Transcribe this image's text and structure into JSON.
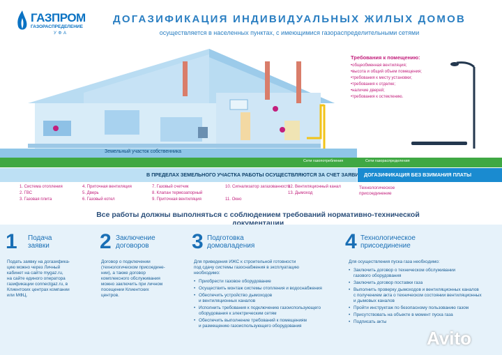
{
  "header": {
    "logo_text": "ГАЗПРОМ",
    "logo_sub": "ГАЗОРАСПРЕДЕЛЕНИЕ",
    "logo_city": "УФА",
    "title": "ДОГАЗИФИКАЦИЯ ИНДИВИДУАЛЬНЫХ ЖИЛЫХ ДОМОВ",
    "subtitle": "осуществляется в населенных пунктах, с имеющимися газораспределительными сетями"
  },
  "requirements": {
    "title": "Требования к помещению:",
    "items": [
      "•общеобменная вентиляция;",
      "•высота и общий объем помещения;",
      "•требования к месту установки;",
      "•требования к отделке;",
      "•наличие дверей;",
      "•требования к остеклению."
    ]
  },
  "land_label": "Земельный участок собственника",
  "gas_net_label": "Сети газопотребления",
  "gas_net2_label": "Сети газораспределения",
  "bar_left": "В ПРЕДЕЛАХ ЗЕМЕЛЬНОГО УЧАСТКА РАБОТЫ ОСУЩЕСТВЛЯЮТСЯ ЗА СЧЕТ ЗАЯВИТЕЛЯ",
  "bar_right": "ДОГАЗИФИКАЦИЯ БЕЗ ВЗИМАНИЯ ПЛАТЫ",
  "legend": [
    "1. Система отопления",
    "2. ГВС",
    "3. Газовая плита",
    "4. Приточная вентиляция",
    "5. Дверь",
    "6. Газовый котел",
    "7. Газовый счетчик",
    "8. Клапан термозапорный",
    "9. Приточная вентиляция",
    "10. Сигнализатор загазованности",
    "11. Окно",
    "12. Вентиляционный канал",
    "13. Дымоход"
  ],
  "tech_label": "Технологическое присоединение",
  "rule_line": "Все работы должны выполняться с соблюдением требований нормативно-технической документации",
  "steps": [
    {
      "num": "1",
      "title1": "Подача",
      "title2": "заявки",
      "text": [
        "Подать заявку на догазифика-",
        "цию можно через Личный",
        "кабинет на сайте mygaz.ru,",
        "на сайте единого оператора",
        "газификации connectgaz.ru, в",
        "Клиентских центрах компании",
        "или МФЦ."
      ]
    },
    {
      "num": "2",
      "title1": "Заключение",
      "title2": "договоров",
      "text": [
        "Договор о подключении",
        "(технологическом присоедине-",
        "нии), а также договор",
        "комплексного обслуживания",
        "можно заключить при личном",
        "посещении Клиентских",
        "центров."
      ]
    },
    {
      "num": "3",
      "title1": "Подготовка",
      "title2": "домовладения",
      "intro": [
        "Для приведения ИЖС к строительной готовности",
        "под сдачу системы газоснабжения в эксплуатацию",
        "необходимо:"
      ],
      "bullets": [
        "Приобрести газовое оборудование",
        "Осуществить монтаж системы отопления и водоснабжения",
        "Обеспечить устройство дымоходов",
        "и вентиляционных каналов",
        "Исполнить требования к подключению газоиспользующего",
        "оборудования к электрическим сетям",
        "Обеспечить выполнение требований к помещениям",
        "и размещению газоиспользующего оборудования"
      ]
    },
    {
      "num": "4",
      "title1": "Технологическое",
      "title2": "присоединение",
      "intro": [
        "Для осуществления пуска газа необходимо:"
      ],
      "bullets": [
        "Заключить договор о техническом обслуживании",
        "газового оборудования",
        "Заключить договор поставки газа",
        "Выполнить проверку дымоходов и вентиляционных каналов",
        "с получением акта о техническом состоянии вентиляционных",
        "и дымовых каналов",
        "Пройти инструктаж по безопасному пользованию газом",
        "Присутствовать на объекте в момент пуска газа",
        "Подписать акты"
      ]
    }
  ],
  "watermark": "Avito",
  "colors": {
    "brand": "#0a72c3",
    "accent": "#c21f7c",
    "grass": "#3fa843",
    "free_bar": "#1a8bd0"
  }
}
